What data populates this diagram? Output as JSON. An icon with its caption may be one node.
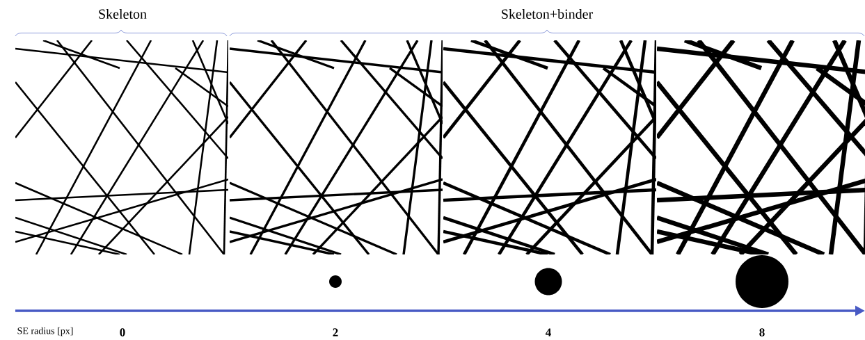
{
  "diagram": {
    "labels": [
      "Skeleton",
      "Skeleton+binder",
      "SE radius [px]",
      "0",
      "2",
      "4",
      "8"
    ]
  }
}
